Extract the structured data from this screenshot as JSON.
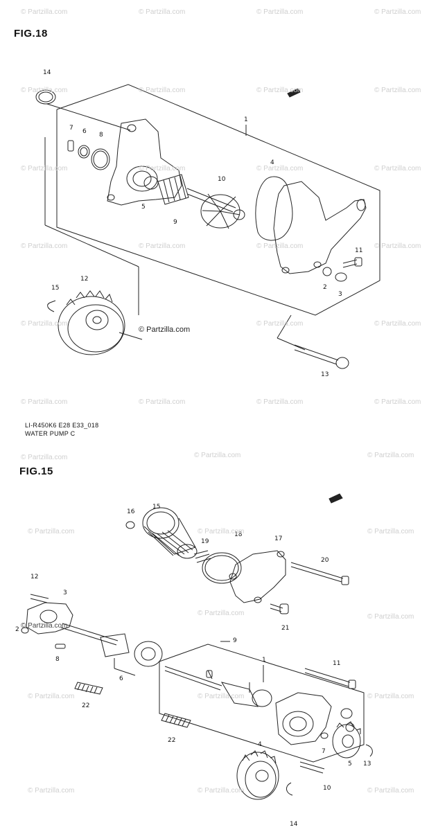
{
  "figures": [
    {
      "title": "FIG.18",
      "caption_lines": [
        "LI-R450K6 E28 E33_018",
        "WATER PUMP C"
      ],
      "callouts": [
        "14",
        "7",
        "6",
        "8",
        "1",
        "4",
        "5",
        "9",
        "10",
        "11",
        "2",
        "3",
        "15",
        "12",
        "13"
      ]
    },
    {
      "title": "FIG.15",
      "callouts": [
        "16",
        "15",
        "19",
        "18",
        "17",
        "20",
        "12",
        "3",
        "2",
        "8",
        "6",
        "9",
        "1",
        "11",
        "21",
        "22",
        "22",
        "7",
        "5",
        "13",
        "4",
        "10",
        "14"
      ]
    }
  ],
  "watermark": "© Partzilla.com",
  "colors": {
    "line": "#222222",
    "watermark": "#cfcfcf"
  },
  "icons": [
    "fwd-arrow-icon"
  ]
}
